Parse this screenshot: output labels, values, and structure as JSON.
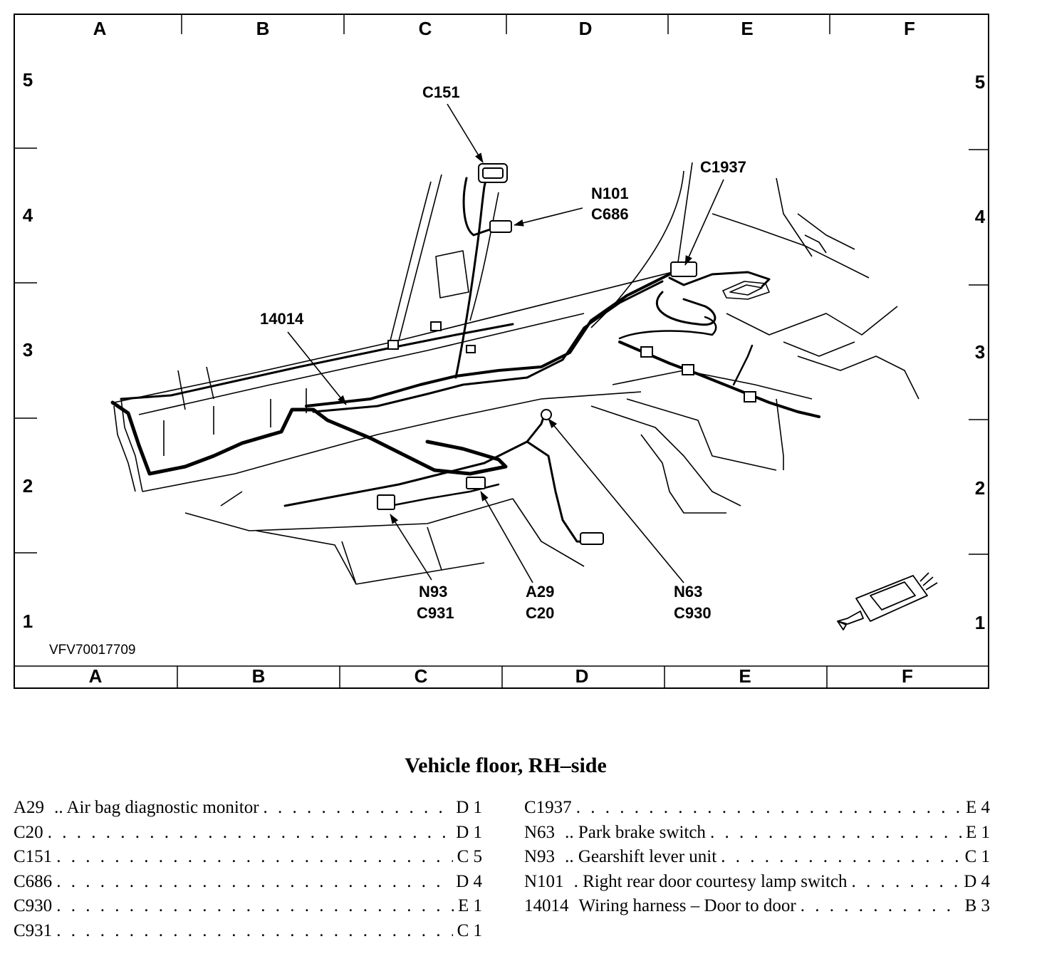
{
  "grid": {
    "columns": [
      "A",
      "B",
      "C",
      "D",
      "E",
      "F"
    ],
    "rows": [
      "5",
      "4",
      "3",
      "2",
      "1"
    ]
  },
  "drawing_id": "VFV70017709",
  "callouts": {
    "c151": "C151",
    "n101_c686": [
      "N101",
      "C686"
    ],
    "c1937": "C1937",
    "h14014": "14014",
    "n93_c931": [
      "N93",
      "C931"
    ],
    "a29_c20": [
      "A29",
      "C20"
    ],
    "n63_c930": [
      "N63",
      "C930"
    ]
  },
  "caption": "Vehicle floor, RH–side",
  "legend": {
    "left": [
      {
        "code": "A29",
        "sep": "..",
        "description": "Air bag diagnostic monitor",
        "location": "D 1"
      },
      {
        "code": "C20",
        "sep": "",
        "description": "",
        "location": "D 1"
      },
      {
        "code": "C151",
        "sep": "",
        "description": "",
        "location": "C 5"
      },
      {
        "code": "C686",
        "sep": "",
        "description": "",
        "location": "D 4"
      },
      {
        "code": "C930",
        "sep": "",
        "description": "",
        "location": "E 1"
      },
      {
        "code": "C931",
        "sep": "",
        "description": "",
        "location": "C 1"
      }
    ],
    "right": [
      {
        "code": "C1937",
        "sep": "",
        "description": "",
        "location": "E 4"
      },
      {
        "code": "N63",
        "sep": "..",
        "description": "Park brake switch",
        "location": "E 1"
      },
      {
        "code": "N93",
        "sep": "..",
        "description": "Gearshift lever unit",
        "location": "C 1"
      },
      {
        "code": "N101",
        "sep": ".",
        "description": "Right rear door courtesy lamp switch",
        "location": "D 4"
      },
      {
        "code": "14014",
        "sep": "",
        "description": "Wiring harness – Door to door",
        "location": "B 3"
      }
    ]
  }
}
